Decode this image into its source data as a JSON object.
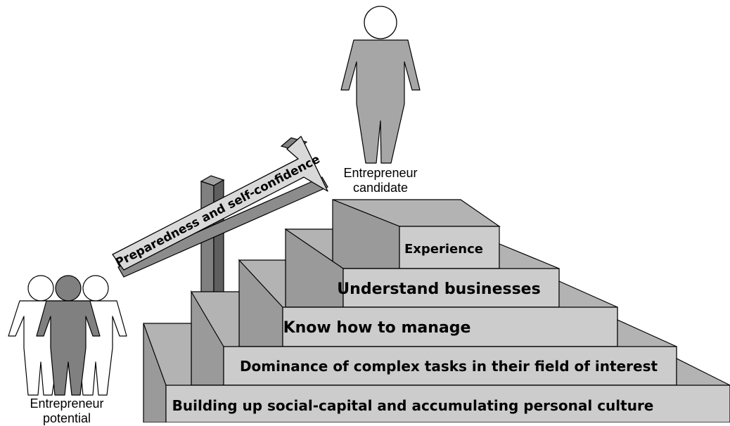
{
  "steps": {
    "step1": "Building up social-capital and accumulating personal culture",
    "step2": "Dominance of complex tasks in their field of interest",
    "step3": "Know how to manage",
    "step4": "Understand businesses",
    "step5": "Experience"
  },
  "arrow_label": "Preparedness and self-confidence",
  "candidate_label": [
    "Entrepreneur",
    "candidate"
  ],
  "potential_label": [
    "Entrepreneur",
    "potential"
  ],
  "colors": {
    "riser": "#cccccc",
    "tread": "#b3b3b3",
    "side": "#9a9a9a",
    "person_grey": "#a6a6a6",
    "person_dark": "#808080",
    "arrow_fill": "#d9d9d9",
    "post": "#808080"
  }
}
